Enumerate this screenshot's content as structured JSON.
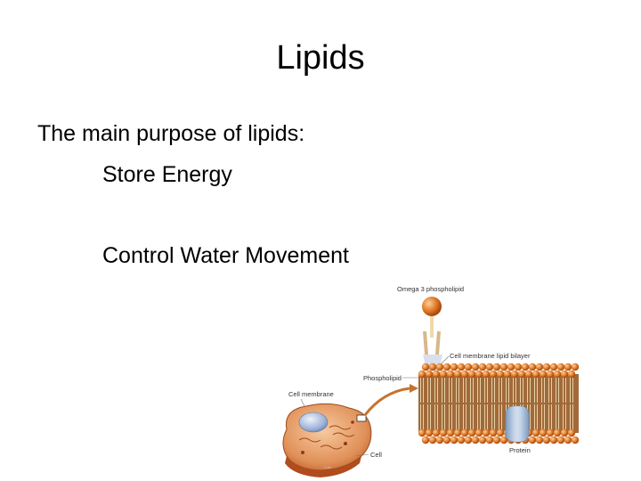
{
  "slide": {
    "title": "Lipids",
    "lines": [
      "The main purpose of lipids:",
      "Store Energy",
      "Control Water Movement"
    ]
  },
  "figure": {
    "labels": {
      "omega": "Omega 3 phospholipid",
      "bilayer": "Cell membrane lipid bilayer",
      "phospholipid": "Phospholipid",
      "cell_membrane": "Cell membrane",
      "cell": "Cell",
      "protein": "Protein"
    },
    "colors": {
      "head": "#e07a28",
      "tail": "#b08a55",
      "cell": "#d98a4e",
      "nucleus": "#9fb4d8",
      "protein": "#a8bfd9"
    }
  }
}
